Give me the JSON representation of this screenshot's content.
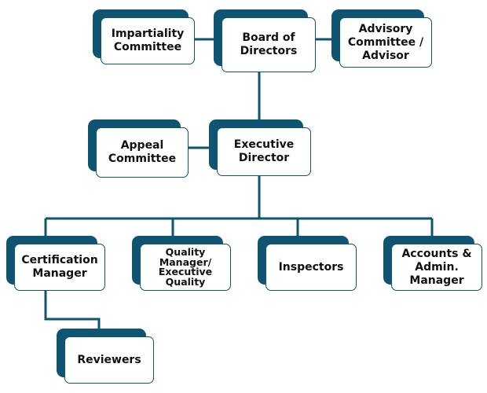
{
  "colors": {
    "accent": "#0f5470",
    "box_fill": "#ffffff",
    "text": "#111111"
  },
  "nodes": {
    "impartiality_committee": {
      "label": "Impartiality\nCommittee"
    },
    "board_of_directors": {
      "label": "Board of\nDirectors"
    },
    "advisory_committee": {
      "label": "Advisory\nCommittee /\nAdvisor"
    },
    "appeal_committee": {
      "label": "Appeal\nCommittee"
    },
    "executive_director": {
      "label": "Executive\nDirector"
    },
    "certification_manager": {
      "label": "Certification\nManager"
    },
    "quality_manager": {
      "label": "Quality\nManager/\nExecutive\nQuality"
    },
    "inspectors": {
      "label": "Inspectors"
    },
    "accounts_admin_manager": {
      "label": "Accounts &\nAdmin.\nManager"
    },
    "reviewers": {
      "label": "Reviewers"
    }
  }
}
